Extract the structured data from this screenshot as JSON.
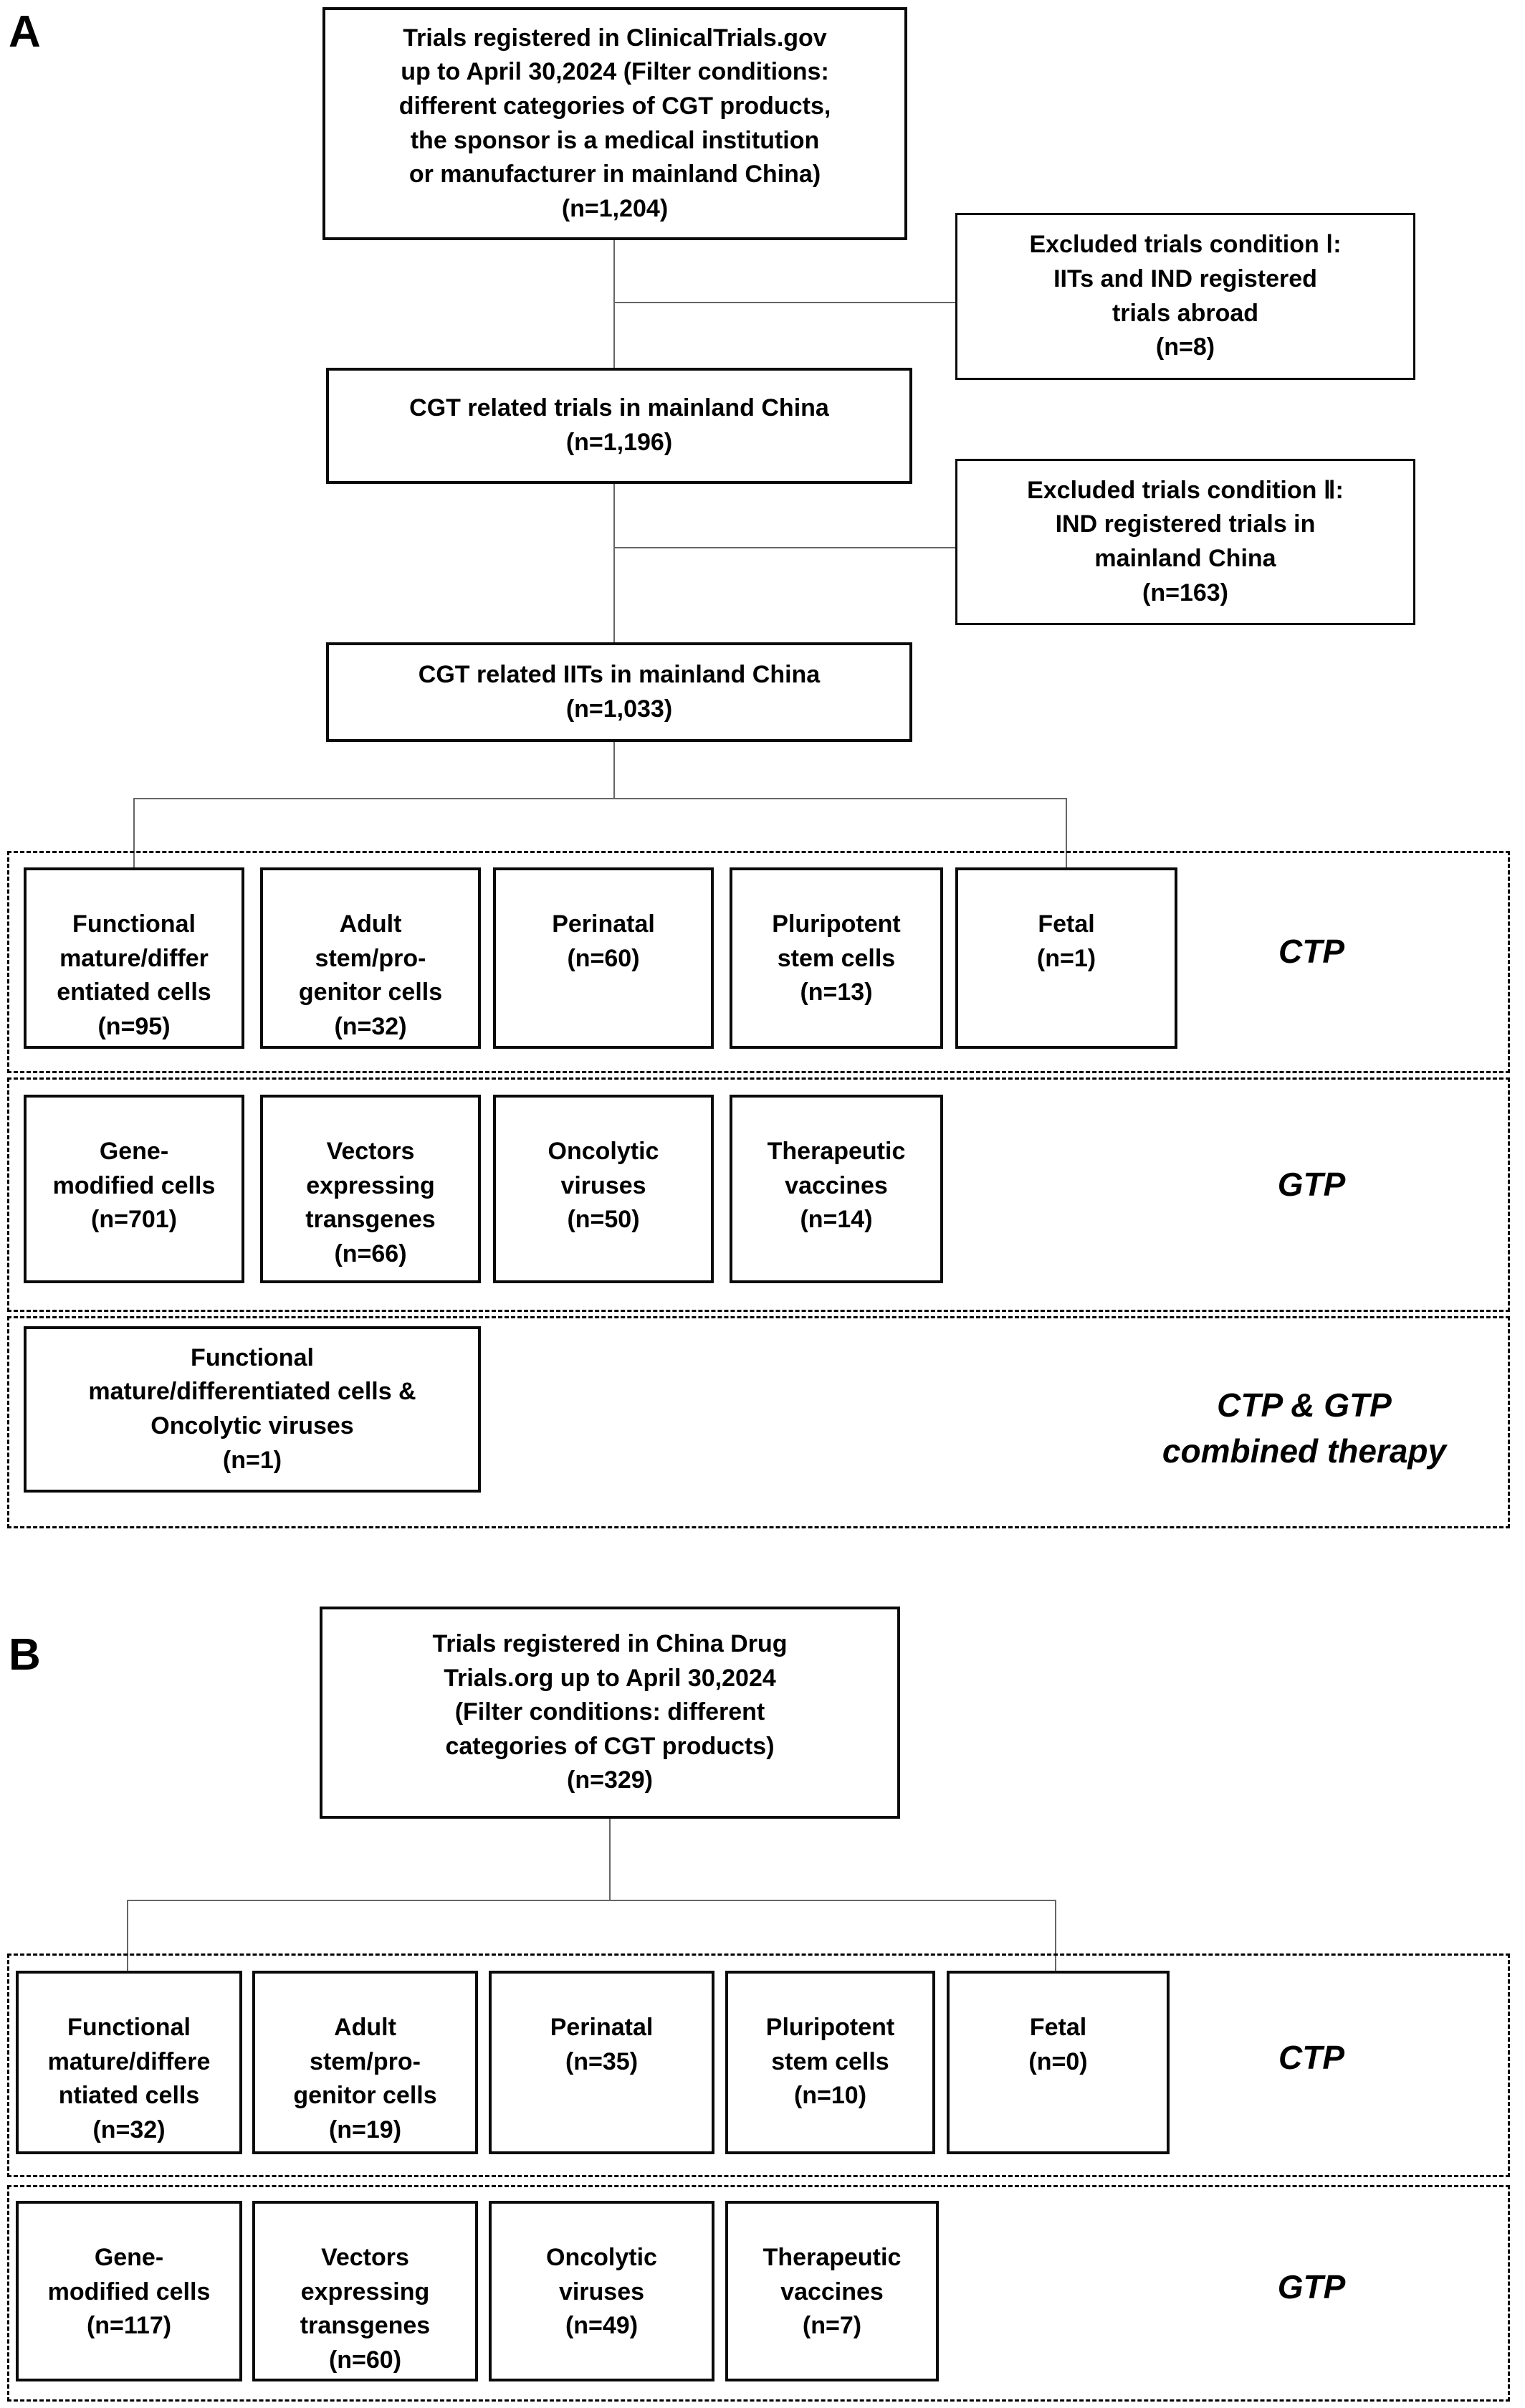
{
  "colors": {
    "background": "#ffffff",
    "box_border": "#000000",
    "connector": "#666666",
    "text": "#000000"
  },
  "panel_a": {
    "label": "A",
    "source_box": "Trials registered in ClinicalTrials.gov\nup to April 30,2024 (Filter conditions:\ndifferent categories of CGT products,\nthe sponsor is a medical institution\nor manufacturer in mainland China)\n(n=1,204)",
    "excluded_box_1": "Excluded trials condition Ⅰ:\nIITs and IND registered\ntrials abroad\n(n=8)",
    "related_box": "CGT related trials in mainland China\n(n=1,196)",
    "excluded_box_2": "Excluded trials condition Ⅱ:\nIND registered trials in\nmainland China\n(n=163)",
    "iit_box": "CGT related IITs in mainland China\n(n=1,033)",
    "ctp": {
      "group_label": "CTP",
      "boxes": [
        "Functional\nmature/differ\nentiated cells\n(n=95)",
        "Adult\nstem/pro-\ngenitor cells\n(n=32)",
        "Perinatal\n(n=60)",
        "Pluripotent\nstem cells\n(n=13)",
        "Fetal\n(n=1)"
      ]
    },
    "gtp": {
      "group_label": "GTP",
      "boxes": [
        "Gene-\nmodified cells\n(n=701)",
        "Vectors\nexpressing\ntransgenes\n(n=66)",
        "Oncolytic\nviruses\n(n=50)",
        "Therapeutic\nvaccines\n(n=14)"
      ]
    },
    "combined": {
      "group_label": "CTP & GTP\ncombined therapy",
      "box": "Functional\nmature/differentiated cells &\nOncolytic viruses\n(n=1)"
    }
  },
  "panel_b": {
    "label": "B",
    "source_box": "Trials registered in China Drug\nTrials.org up to April 30,2024\n(Filter conditions: different\ncategories of CGT products)\n(n=329)",
    "ctp": {
      "group_label": "CTP",
      "boxes": [
        "Functional\nmature/differe\nntiated cells\n(n=32)",
        "Adult\nstem/pro-\ngenitor cells\n(n=19)",
        "Perinatal\n(n=35)",
        "Pluripotent\nstem cells\n(n=10)",
        "Fetal\n(n=0)"
      ]
    },
    "gtp": {
      "group_label": "GTP",
      "boxes": [
        "Gene-\nmodified cells\n(n=117)",
        "Vectors\nexpressing\ntransgenes\n(n=60)",
        "Oncolytic\nviruses\n(n=49)",
        "Therapeutic\nvaccines\n(n=7)"
      ]
    }
  }
}
